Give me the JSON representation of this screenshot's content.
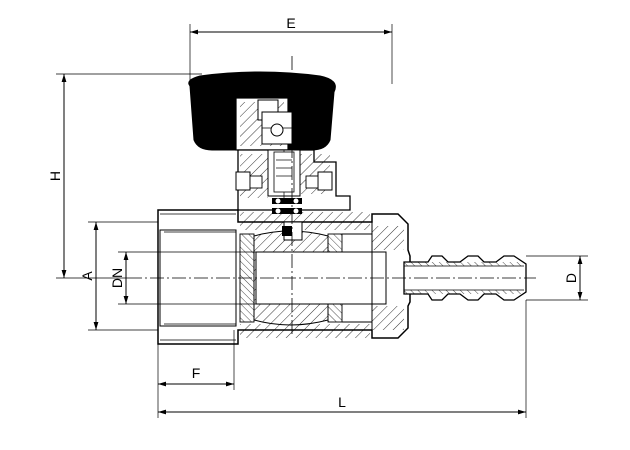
{
  "dimensions": {
    "E": "E",
    "H": "H",
    "A": "A",
    "DN": "DN",
    "D": "D",
    "F": "F",
    "L": "L"
  },
  "colors": {
    "line": "#000000",
    "handle_fill": "#000000",
    "background": "#ffffff"
  }
}
